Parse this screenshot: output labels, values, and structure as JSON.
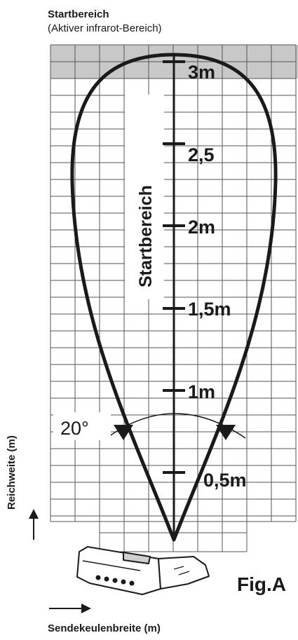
{
  "header": {
    "title": "Startbereich",
    "subtitle": "(Aktiver infrarot-Bereich)"
  },
  "diagram": {
    "vertical_label": "Startbereich",
    "angle_label": "20°",
    "ticks": [
      {
        "label": "3m"
      },
      {
        "label": "2,5"
      },
      {
        "label": "2m"
      },
      {
        "label": "1,5m"
      },
      {
        "label": "1m"
      },
      {
        "label": "0,5m"
      }
    ],
    "x_axis_label": "Sendekeulenbreite (m)",
    "y_axis_label": "Reichweite (m)",
    "figure_label": "Fig.A"
  },
  "colors": {
    "line": "#1a1a1a",
    "grid": "#555555",
    "active_band": "#c8c8c8"
  }
}
